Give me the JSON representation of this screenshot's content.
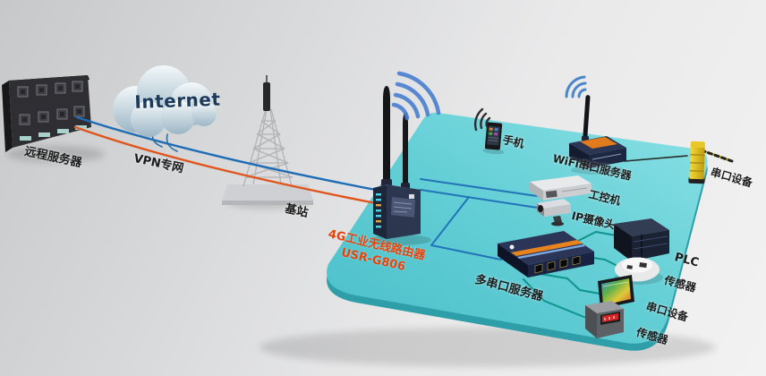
{
  "nodes": {
    "internet": {
      "label": "Internet"
    },
    "remote_server": {
      "label": "远程服务器"
    },
    "vpn_link": {
      "label": "VPN专网"
    },
    "base_station": {
      "label": "基站"
    },
    "router": {
      "label": "4G工业无线路由器",
      "model": "USR-G806"
    },
    "phone": {
      "label": "手机"
    },
    "wifi_serial_server": {
      "label": "WiFi串口服务器"
    },
    "serial_device_top": {
      "label": "串口设备"
    },
    "industrial_pc": {
      "label": "工控机"
    },
    "ip_camera": {
      "label": "IP摄像头"
    },
    "plc": {
      "label": "PLC"
    },
    "sensor_1": {
      "label": "传感器"
    },
    "serial_device_right": {
      "label": "串口设备"
    },
    "sensor_2": {
      "label": "传感器"
    },
    "multi_serial_server": {
      "label": "多串口服务器"
    }
  },
  "colors": {
    "platform_teal": "#62ced5",
    "vpn_line_blue": "#1e6cb5",
    "vpn_line_orange": "#e0551c",
    "lan_line_blue": "#2273b8",
    "serial_line_teal": "#0e948c",
    "router_label_orange": "#e8430c",
    "wifi_wave_blue": "#4a7fd0"
  }
}
